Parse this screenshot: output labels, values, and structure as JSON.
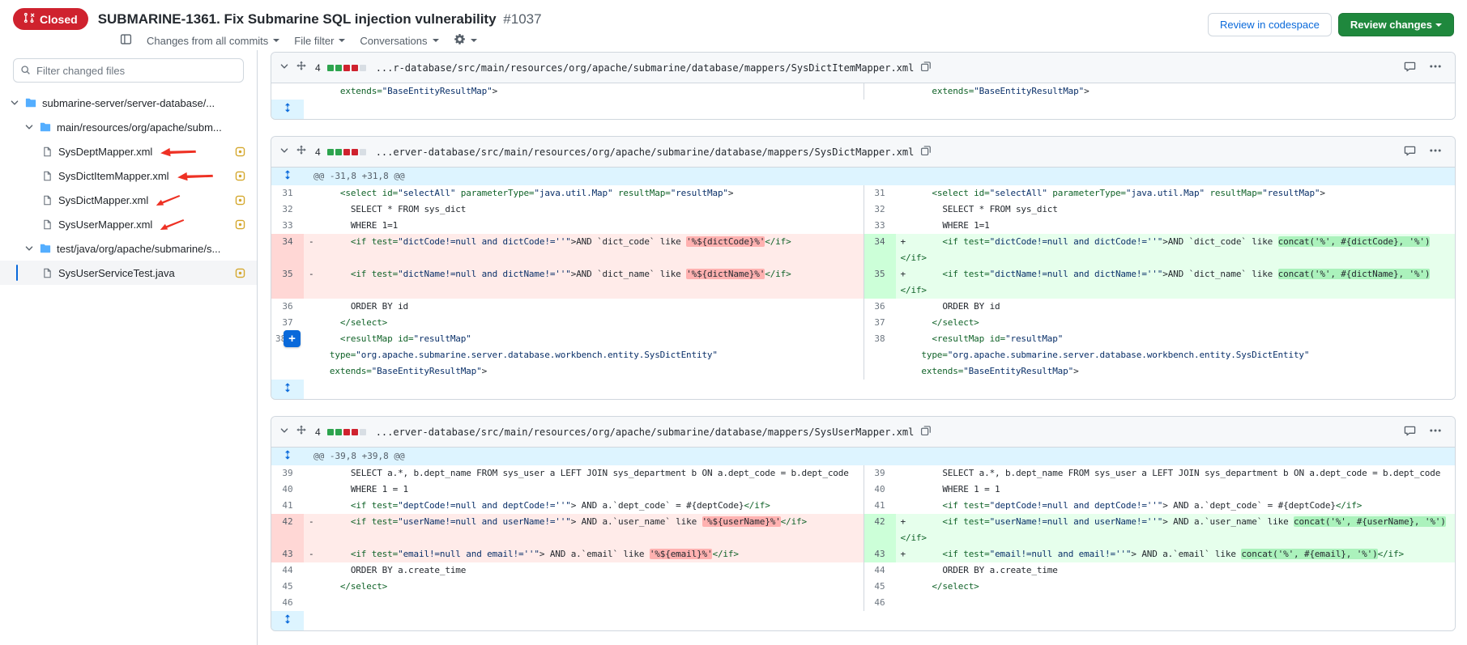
{
  "colors": {
    "stat_added": "#2da44e",
    "stat_deleted": "#cf222e",
    "stat_neutral": "#d8dee4"
  },
  "header": {
    "status_label": "Closed",
    "title": "SUBMARINE-1361. Fix Submarine SQL injection vulnerability",
    "number": "#1037",
    "changes_from": "Changes from all commits",
    "file_filter": "File filter",
    "conversations": "Conversations",
    "review_codespace": "Review in codespace",
    "review_changes": "Review changes"
  },
  "sidebar": {
    "filter_placeholder": "Filter changed files",
    "tree": [
      {
        "type": "folder",
        "label": "submarine-server/server-database/...",
        "depth": 0
      },
      {
        "type": "folder",
        "label": "main/resources/org/apache/subm...",
        "depth": 1
      },
      {
        "type": "file",
        "label": "SysDeptMapper.xml",
        "depth": 2,
        "arrow": true,
        "arrow_style": "long"
      },
      {
        "type": "file",
        "label": "SysDictItemMapper.xml",
        "depth": 2,
        "arrow": true,
        "arrow_style": "long"
      },
      {
        "type": "file",
        "label": "SysDictMapper.xml",
        "depth": 2,
        "arrow": true,
        "arrow_style": "short"
      },
      {
        "type": "file",
        "label": "SysUserMapper.xml",
        "depth": 2,
        "arrow": true,
        "arrow_style": "short"
      },
      {
        "type": "folder",
        "label": "test/java/org/apache/submarine/s...",
        "depth": 1
      },
      {
        "type": "file",
        "label": "SysUserServiceTest.java",
        "depth": 2,
        "selected": true
      }
    ]
  },
  "diff": {
    "plus_button": "+",
    "files": [
      {
        "path": "...r-database/src/main/resources/org/apache/submarine/database/mappers/SysDictItemMapper.xml",
        "changes": "4",
        "stat": [
          "a",
          "a",
          "d",
          "d",
          "n"
        ],
        "rows": [
          {
            "t": "ln",
            "ln": "",
            "rn": "",
            "lk": "ctx",
            "rk": "ctx",
            "lc": [
              [
                "p",
                "    "
              ],
              [
                "k",
                "extends="
              ],
              [
                "s",
                "\"BaseEntityResultMap\""
              ],
              [
                "p",
                ">"
              ]
            ],
            "rc": [
              [
                "p",
                "    "
              ],
              [
                "k",
                "extends="
              ],
              [
                "s",
                "\"BaseEntityResultMap\""
              ],
              [
                "p",
                ">"
              ]
            ]
          },
          {
            "t": "expand"
          }
        ]
      },
      {
        "path": "...erver-database/src/main/resources/org/apache/submarine/database/mappers/SysDictMapper.xml",
        "changes": "4",
        "stat": [
          "a",
          "a",
          "d",
          "d",
          "n"
        ],
        "rows": [
          {
            "t": "hunk",
            "text": "@@ -31,8 +31,8 @@"
          },
          {
            "t": "ln",
            "ln": "31",
            "rn": "31",
            "lk": "ctx",
            "rk": "ctx",
            "lc": [
              [
                "p",
                "    "
              ],
              [
                "k",
                "<select id="
              ],
              [
                "s",
                "\"selectAll\""
              ],
              [
                "k",
                " parameterType="
              ],
              [
                "s",
                "\"java.util.Map\""
              ],
              [
                "k",
                " resultMap="
              ],
              [
                "s",
                "\"resultMap\""
              ],
              [
                "p",
                ">"
              ]
            ],
            "rc": [
              [
                "p",
                "    "
              ],
              [
                "k",
                "<select id="
              ],
              [
                "s",
                "\"selectAll\""
              ],
              [
                "k",
                " parameterType="
              ],
              [
                "s",
                "\"java.util.Map\""
              ],
              [
                "k",
                " resultMap="
              ],
              [
                "s",
                "\"resultMap\""
              ],
              [
                "p",
                ">"
              ]
            ]
          },
          {
            "t": "ln",
            "ln": "32",
            "rn": "32",
            "lk": "ctx",
            "rk": "ctx",
            "lc": [
              [
                "p",
                "      SELECT * FROM sys_dict"
              ]
            ],
            "rc": [
              [
                "p",
                "      SELECT * FROM sys_dict"
              ]
            ]
          },
          {
            "t": "ln",
            "ln": "33",
            "rn": "33",
            "lk": "ctx",
            "rk": "ctx",
            "lc": [
              [
                "p",
                "      WHERE 1=1"
              ]
            ],
            "rc": [
              [
                "p",
                "      WHERE 1=1"
              ]
            ]
          },
          {
            "t": "ln",
            "ln": "34",
            "rn": "34",
            "lk": "del",
            "rk": "add",
            "lc": [
              [
                "p",
                "      "
              ],
              [
                "k",
                "<if test="
              ],
              [
                "s",
                "\"dictCode!=null and dictCode!=''\""
              ],
              [
                "p",
                ">AND `dict_code` like "
              ],
              [
                "hd",
                "'%${dictCode}%'"
              ],
              [
                "k",
                "</if>"
              ]
            ],
            "rc": [
              [
                "p",
                "      "
              ],
              [
                "k",
                "<if test="
              ],
              [
                "s",
                "\"dictCode!=null and dictCode!=''\""
              ],
              [
                "p",
                ">AND `dict_code` like "
              ],
              [
                "ha",
                "concat('%', #{dictCode}, '%')"
              ],
              [
                "p",
                "\n"
              ],
              [
                "k",
                "</if>"
              ]
            ]
          },
          {
            "t": "ln",
            "ln": "35",
            "rn": "35",
            "lk": "del",
            "rk": "add",
            "lc": [
              [
                "p",
                "      "
              ],
              [
                "k",
                "<if test="
              ],
              [
                "s",
                "\"dictName!=null and dictName!=''\""
              ],
              [
                "p",
                ">AND `dict_name` like "
              ],
              [
                "hd",
                "'%${dictName}%'"
              ],
              [
                "k",
                "</if>"
              ]
            ],
            "rc": [
              [
                "p",
                "      "
              ],
              [
                "k",
                "<if test="
              ],
              [
                "s",
                "\"dictName!=null and dictName!=''\""
              ],
              [
                "p",
                ">AND `dict_name` like "
              ],
              [
                "ha",
                "concat('%', #{dictName}, '%')"
              ],
              [
                "p",
                "\n"
              ],
              [
                "k",
                "</if>"
              ]
            ]
          },
          {
            "t": "ln",
            "ln": "36",
            "rn": "36",
            "lk": "ctx",
            "rk": "ctx",
            "lc": [
              [
                "p",
                "      ORDER BY id"
              ]
            ],
            "rc": [
              [
                "p",
                "      ORDER BY id"
              ]
            ]
          },
          {
            "t": "ln",
            "ln": "37",
            "rn": "37",
            "lk": "ctx",
            "rk": "ctx",
            "lc": [
              [
                "p",
                "    "
              ],
              [
                "k",
                "</select>"
              ]
            ],
            "rc": [
              [
                "p",
                "    "
              ],
              [
                "k",
                "</select>"
              ]
            ]
          },
          {
            "t": "ln",
            "ln": "38",
            "rn": "38",
            "lk": "ctx",
            "rk": "ctx",
            "lplus": true,
            "lc": [
              [
                "p",
                "    "
              ],
              [
                "k",
                "<resultMap id="
              ],
              [
                "s",
                "\"resultMap\""
              ],
              [
                "p",
                "\n    "
              ],
              [
                "k",
                "type="
              ],
              [
                "s",
                "\"org.apache.submarine.server.database.workbench.entity.SysDictEntity\""
              ],
              [
                "p",
                "\n    "
              ],
              [
                "k",
                "extends="
              ],
              [
                "s",
                "\"BaseEntityResultMap\""
              ],
              [
                "p",
                ">"
              ]
            ],
            "rc": [
              [
                "p",
                "    "
              ],
              [
                "k",
                "<resultMap id="
              ],
              [
                "s",
                "\"resultMap\""
              ],
              [
                "p",
                "\n    "
              ],
              [
                "k",
                "type="
              ],
              [
                "s",
                "\"org.apache.submarine.server.database.workbench.entity.SysDictEntity\""
              ],
              [
                "p",
                "\n    "
              ],
              [
                "k",
                "extends="
              ],
              [
                "s",
                "\"BaseEntityResultMap\""
              ],
              [
                "p",
                ">"
              ]
            ]
          },
          {
            "t": "expand"
          }
        ]
      },
      {
        "path": "...erver-database/src/main/resources/org/apache/submarine/database/mappers/SysUserMapper.xml",
        "changes": "4",
        "stat": [
          "a",
          "a",
          "d",
          "d",
          "n"
        ],
        "rows": [
          {
            "t": "hunk",
            "text": "@@ -39,8 +39,8 @@"
          },
          {
            "t": "ln",
            "ln": "39",
            "rn": "39",
            "lk": "ctx",
            "rk": "ctx",
            "lc": [
              [
                "p",
                "      SELECT a.*, b.dept_name FROM sys_user a LEFT JOIN sys_department b ON a.dept_code = b.dept_code"
              ]
            ],
            "rc": [
              [
                "p",
                "      SELECT a.*, b.dept_name FROM sys_user a LEFT JOIN sys_department b ON a.dept_code = b.dept_code"
              ]
            ]
          },
          {
            "t": "ln",
            "ln": "40",
            "rn": "40",
            "lk": "ctx",
            "rk": "ctx",
            "lc": [
              [
                "p",
                "      WHERE 1 = 1"
              ]
            ],
            "rc": [
              [
                "p",
                "      WHERE 1 = 1"
              ]
            ]
          },
          {
            "t": "ln",
            "ln": "41",
            "rn": "41",
            "lk": "ctx",
            "rk": "ctx",
            "lc": [
              [
                "p",
                "      "
              ],
              [
                "k",
                "<if test="
              ],
              [
                "s",
                "\"deptCode!=null and deptCode!=''\""
              ],
              [
                "p",
                "> AND a.`dept_code` = #{deptCode}"
              ],
              [
                "k",
                "</if>"
              ]
            ],
            "rc": [
              [
                "p",
                "      "
              ],
              [
                "k",
                "<if test="
              ],
              [
                "s",
                "\"deptCode!=null and deptCode!=''\""
              ],
              [
                "p",
                "> AND a.`dept_code` = #{deptCode}"
              ],
              [
                "k",
                "</if>"
              ]
            ]
          },
          {
            "t": "ln",
            "ln": "42",
            "rn": "42",
            "lk": "del",
            "rk": "add",
            "lc": [
              [
                "p",
                "      "
              ],
              [
                "k",
                "<if test="
              ],
              [
                "s",
                "\"userName!=null and userName!=''\""
              ],
              [
                "p",
                "> AND a.`user_name` like "
              ],
              [
                "hd",
                "'%${userName}%'"
              ],
              [
                "k",
                "</if>"
              ]
            ],
            "rc": [
              [
                "p",
                "      "
              ],
              [
                "k",
                "<if test="
              ],
              [
                "s",
                "\"userName!=null and userName!=''\""
              ],
              [
                "p",
                "> AND a.`user_name` like "
              ],
              [
                "ha",
                "concat('%', #{userName}, '%')"
              ],
              [
                "p",
                "\n"
              ],
              [
                "k",
                "</if>"
              ]
            ]
          },
          {
            "t": "ln",
            "ln": "43",
            "rn": "43",
            "lk": "del",
            "rk": "add",
            "lc": [
              [
                "p",
                "      "
              ],
              [
                "k",
                "<if test="
              ],
              [
                "s",
                "\"email!=null and email!=''\""
              ],
              [
                "p",
                "> AND a.`email` like "
              ],
              [
                "hd",
                "'%${email}%'"
              ],
              [
                "k",
                "</if>"
              ]
            ],
            "rc": [
              [
                "p",
                "      "
              ],
              [
                "k",
                "<if test="
              ],
              [
                "s",
                "\"email!=null and email!=''\""
              ],
              [
                "p",
                "> AND a.`email` like "
              ],
              [
                "ha",
                "concat('%', #{email}, '%')"
              ],
              [
                "k",
                "</if>"
              ]
            ]
          },
          {
            "t": "ln",
            "ln": "44",
            "rn": "44",
            "lk": "ctx",
            "rk": "ctx",
            "lc": [
              [
                "p",
                "      ORDER BY a.create_time"
              ]
            ],
            "rc": [
              [
                "p",
                "      ORDER BY a.create_time"
              ]
            ]
          },
          {
            "t": "ln",
            "ln": "45",
            "rn": "45",
            "lk": "ctx",
            "rk": "ctx",
            "lc": [
              [
                "p",
                "    "
              ],
              [
                "k",
                "</select>"
              ]
            ],
            "rc": [
              [
                "p",
                "    "
              ],
              [
                "k",
                "</select>"
              ]
            ]
          },
          {
            "t": "ln",
            "ln": "46",
            "rn": "46",
            "lk": "ctx",
            "rk": "ctx",
            "lc": [
              [
                "p",
                ""
              ]
            ],
            "rc": [
              [
                "p",
                ""
              ]
            ]
          },
          {
            "t": "expand"
          }
        ]
      }
    ]
  }
}
